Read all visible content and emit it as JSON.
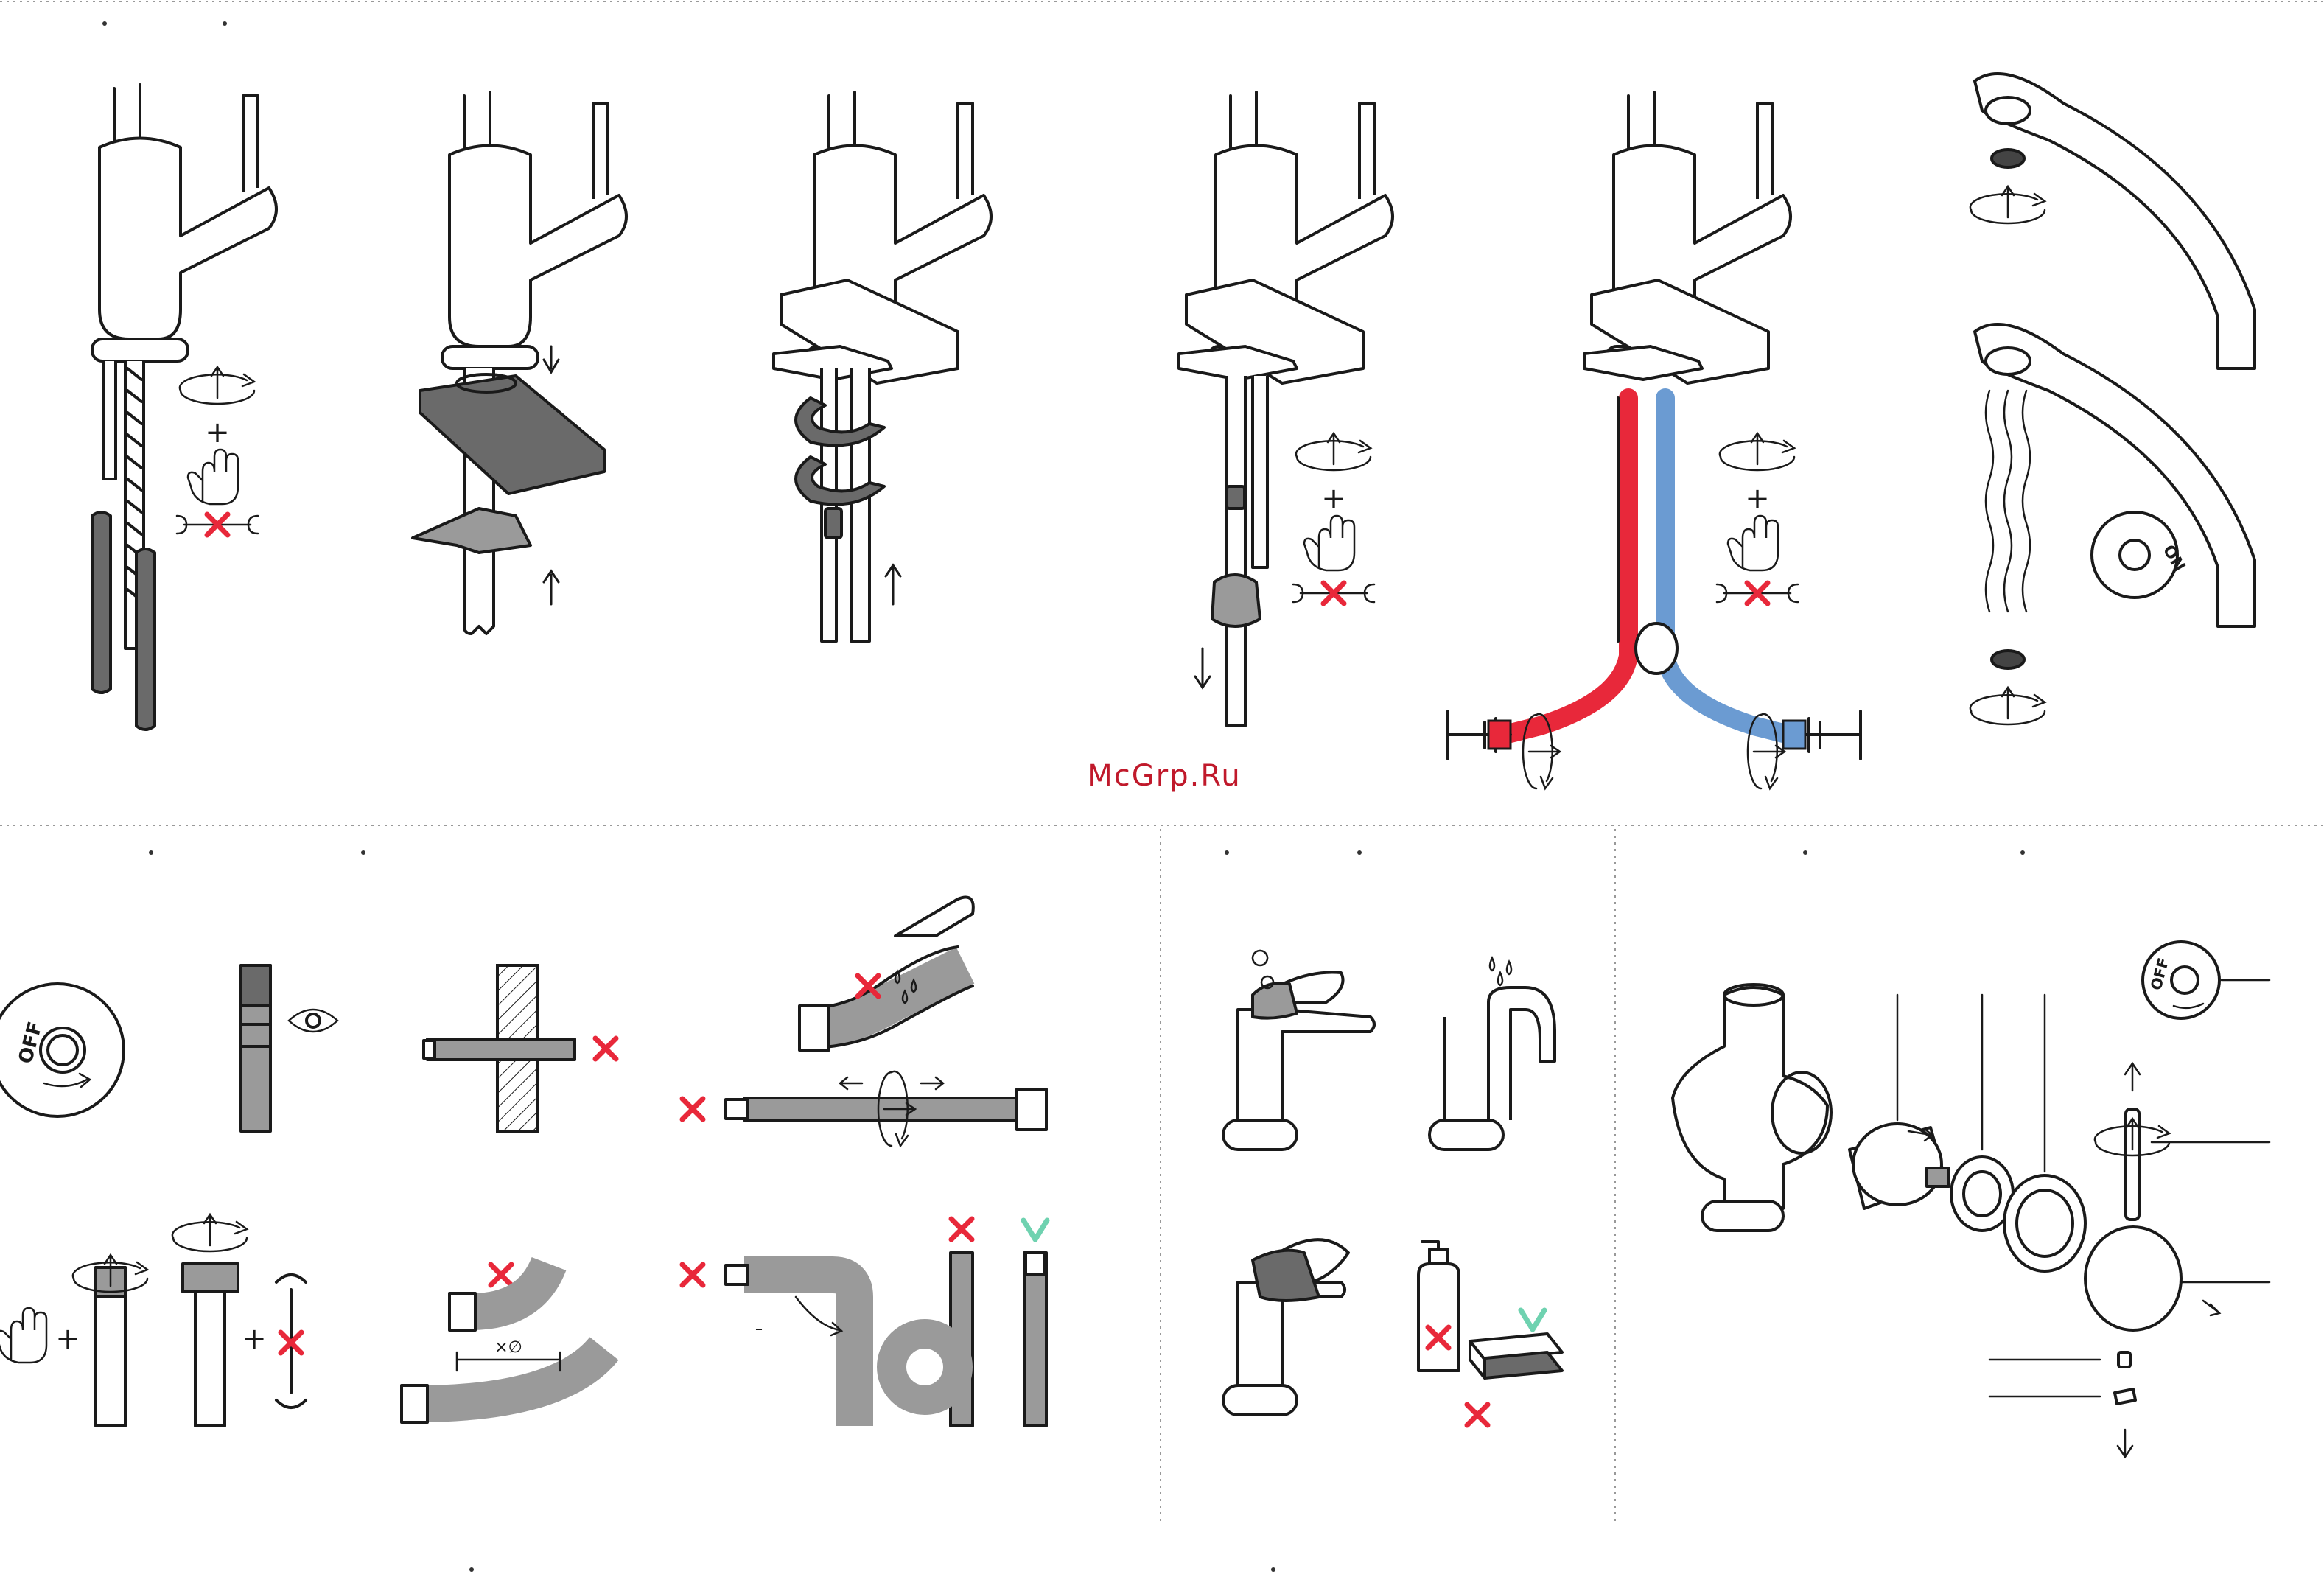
{
  "watermark": {
    "text": "McGrp.Ru",
    "color": "#c0192b"
  },
  "labels": {
    "off_1": "OFF",
    "off_2": "OFF",
    "on": "ON",
    "diameter_note": "×∅",
    "angle_mark": "–"
  },
  "colors": {
    "hot": "#e8283a",
    "cold": "#6b9bd2",
    "reject": "#e8283a",
    "approve": "#6fd2b0",
    "hose_gray": "#9a9a9a",
    "dark_part": "#6a6a6a"
  },
  "icons": [
    "rotate-arrow-icon",
    "hand-icon",
    "wrench-crossed-icon",
    "arrow-down-icon",
    "arrow-up-icon",
    "off-valve-icon",
    "on-valve-icon",
    "eye-icon",
    "reject-x-icon",
    "approve-check-icon",
    "water-drops-icon",
    "cleaning-cloth-icon",
    "detergent-bottle-icon",
    "sponge-icon"
  ]
}
